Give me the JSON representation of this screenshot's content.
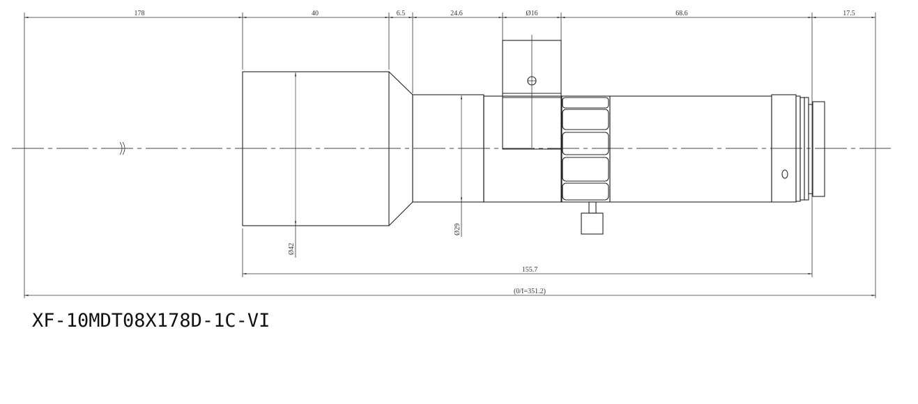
{
  "dimensions": {
    "top": [
      "178",
      "40",
      "6.5",
      "24.6",
      "Ø16",
      "68.6",
      "17.5"
    ],
    "diameter_42": "Ø42",
    "diameter_29": "Ø29",
    "length_155": "155.7",
    "overall": "(0/I=351.2)"
  },
  "model_number": "XF-10MDT08X178D-1C-VI"
}
